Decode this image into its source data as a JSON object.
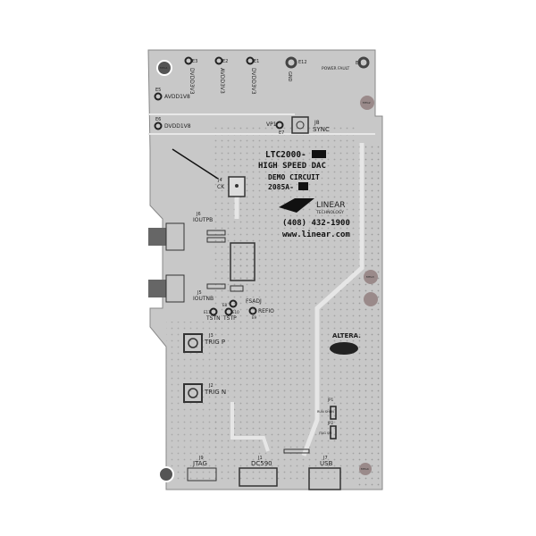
{
  "board": {
    "colors": {
      "board": "#c8c8c8",
      "dots": "#9a9a9a",
      "ink": "#1a1a1a",
      "trace": "#e6e6e6"
    },
    "power_labels": [
      "DVDD3V3",
      "AVDD3V3",
      "DVDD3V3",
      "AVDD1V8",
      "DVDD1V8"
    ],
    "test_points": {
      "c3": "E3",
      "c2": "E2",
      "c1": "E1",
      "e5": "E5",
      "e6": "E6",
      "e7": "E7",
      "e10": "E10",
      "e11": "E11",
      "e8": "E8",
      "e9": "E9",
      "e4": "E4",
      "e12": "E12"
    },
    "gnd_label": "GND",
    "power_fault": "POWER FAULT",
    "vp1": "VP1",
    "sync": {
      "ref": "J8",
      "label": "SYNC"
    },
    "ck": {
      "ref": "J4",
      "label": "CK"
    },
    "ioutpb": {
      "ref": "J6",
      "label": "IOUTPB"
    },
    "ioutnb": {
      "ref": "J5",
      "label": "IOUTNB"
    },
    "fsadj": "FSADJ",
    "refio": "REFIO",
    "tstn": "TSTN",
    "tstp": "TSTP",
    "product_line1": "LTC2000-",
    "product_line2": "HIGH SPEED DAC",
    "demo_line1": "DEMO CIRCUIT",
    "demo_line2": "2085A-",
    "logo_text1": "LINEAR",
    "logo_text2": "TECHNOLOGY",
    "phone": "(408) 432-1900",
    "website": "www.linear.com",
    "trig_p": {
      "ref": "J3",
      "label": "TRIG P"
    },
    "trig_n": {
      "ref": "J2",
      "label": "TRIG N"
    },
    "altera": "ALTERA.",
    "jp1": {
      "ref": "JP1",
      "label": "RUN SHDN"
    },
    "jp2": {
      "ref": "JP2",
      "label": "JTAG SPI"
    },
    "jtag": {
      "ref": "J9",
      "label": "JTAG"
    },
    "dc590": {
      "ref": "J1",
      "label": "DC590"
    },
    "usb": {
      "ref": "J7",
      "label": "USB"
    },
    "mounting_holes": [
      "MTG1",
      "MTG2",
      "MTG3",
      "MTG4"
    ]
  }
}
